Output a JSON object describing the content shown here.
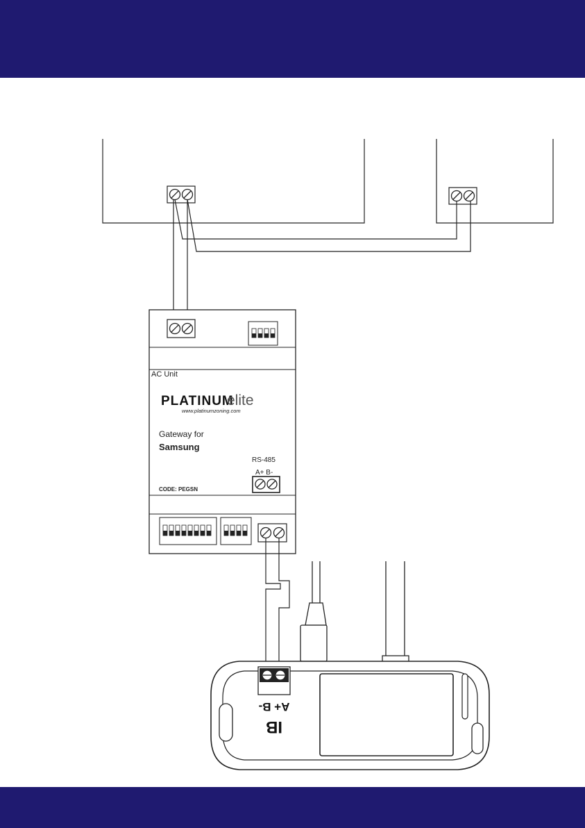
{
  "gateway": {
    "ac_unit_label": "AC Unit",
    "brand_bold": "PLATINUM",
    "brand_light": "elite",
    "website": "www.platinumzoning.com",
    "gateway_for": "Gateway for",
    "manufacturer": "Samsung",
    "rs485_label": "RS-485",
    "rs485_pins": "A+ B-",
    "code": "CODE: PEGSN"
  },
  "controller": {
    "pins_label": "A+ B-",
    "bus_label": "IB"
  },
  "colors": {
    "band": "#1f1a70",
    "line": "#222222"
  }
}
